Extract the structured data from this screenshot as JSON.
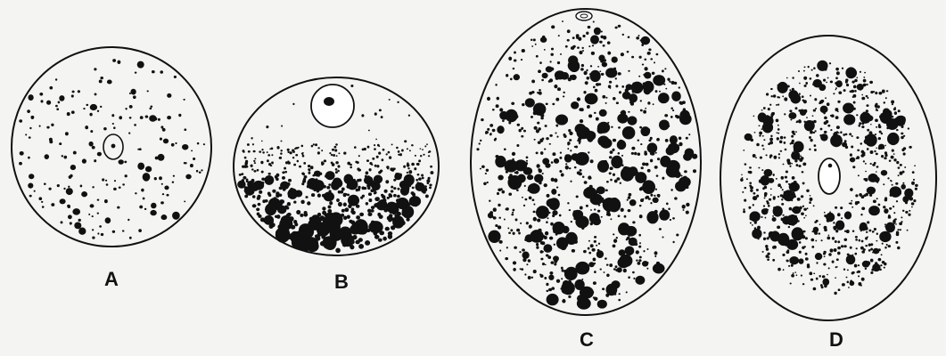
{
  "figure": {
    "ink_color": "#111111",
    "paper_color": "#f4f4f2",
    "panels": [
      {
        "id": "A",
        "label": "A",
        "description_name": "panel-a"
      },
      {
        "id": "B",
        "label": "B",
        "description_name": "panel-b"
      },
      {
        "id": "C",
        "label": "C",
        "description_name": "panel-c"
      },
      {
        "id": "D",
        "label": "D",
        "description_name": "panel-d"
      }
    ]
  }
}
